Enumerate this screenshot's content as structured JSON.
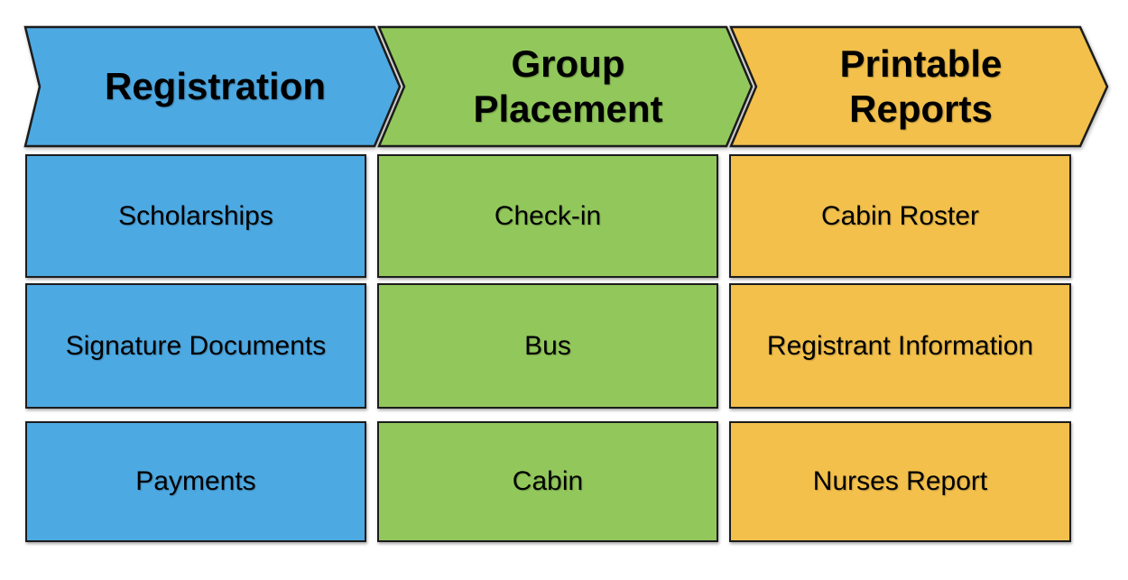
{
  "diagram": {
    "columns": [
      {
        "id": "registration",
        "header_label": "Registration",
        "color": "#4DA9E2",
        "items": [
          {
            "label": "Scholarships"
          },
          {
            "label": "Signature Documents"
          },
          {
            "label": "Payments"
          }
        ]
      },
      {
        "id": "group-placement",
        "header_label": "Group\nPlacement",
        "color": "#92C85B",
        "items": [
          {
            "label": "Check-in"
          },
          {
            "label": "Bus"
          },
          {
            "label": "Cabin"
          }
        ]
      },
      {
        "id": "printable-reports",
        "header_label": "Printable\nReports",
        "color": "#F2C04B",
        "items": [
          {
            "label": "Cabin Roster"
          },
          {
            "label": "Registrant Information"
          },
          {
            "label": "Nurses Report"
          }
        ]
      }
    ],
    "colors": {
      "blue": "#4DA9E2",
      "green": "#92C85B",
      "yellow": "#F2C04B",
      "border": "#1c1c1c",
      "text": "#000000",
      "background": "#ffffff"
    }
  }
}
